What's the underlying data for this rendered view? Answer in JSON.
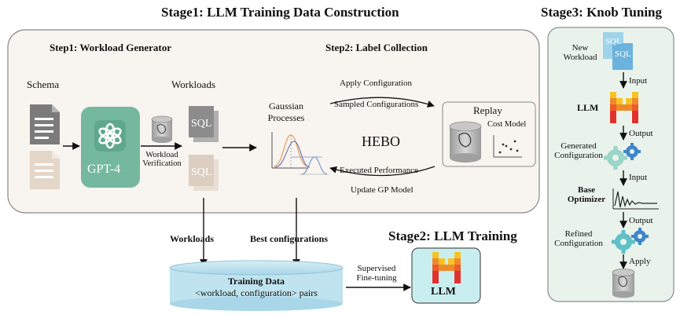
{
  "stage1": {
    "title": "Stage1: LLM Training Data Construction",
    "step1": "Step1: Workload Generator",
    "step2": "Step2: Label Collection",
    "schema": "Schema",
    "gpt4": "GPT-4",
    "workload_verification_1": "Workload",
    "workload_verification_2": "Verification",
    "workloads": "Workloads",
    "gaussian_1": "Gaussian",
    "gaussian_2": "Processes",
    "hebo": "HEBO",
    "apply_configuration": "Apply Configuration",
    "sampled_configurations": "Sampled Configurations",
    "executed_performance": "Executed Performance",
    "update_gp_model": "Update GP Model",
    "replay": "Replay",
    "cost_model": "Cost Model",
    "sql": "SQL"
  },
  "flow": {
    "workloads_label": "Workloads",
    "best_configurations_label": "Best configurations",
    "training_data_title": "Training Data",
    "training_data_pairs": "<workload, configuration> pairs",
    "supervised_1": "Supervised",
    "supervised_2": "Fine-tuning"
  },
  "stage2": {
    "title": "Stage2: LLM Training",
    "llm": "LLM"
  },
  "stage3": {
    "title": "Stage3: Knob Tuning",
    "new_workload_1": "New",
    "new_workload_2": "Workload",
    "input_1": "Input",
    "llm": "LLM",
    "output_1": "Output",
    "generated_1": "Generated",
    "generated_2": "Configuration",
    "input_2": "Input",
    "base_optimizer_1": "Base",
    "base_optimizer_2": "Optimizer",
    "output_2": "Output",
    "refined_1": "Refined",
    "refined_2": "Configuration",
    "apply": "Apply"
  },
  "colors": {
    "stage1_bg": "#f8f4ef",
    "stage3_bg": "#e9f3ec",
    "gpt_green": "#74b8a0",
    "training_data_blue": "#bfe3ef",
    "llm_orange": "#ef8a2a",
    "llm_red": "#e1312c",
    "llm_yellow": "#f7c325",
    "gear_teal": "#5fc0c7",
    "gear_blue": "#3f86c9"
  },
  "icons": [
    "document-icon",
    "openai-logo-icon",
    "database-icon",
    "sql-file-icon",
    "gaussian-curve-icon",
    "scatter-plot-icon",
    "llm-logo-icon",
    "gear-icon",
    "waveform-icon"
  ]
}
